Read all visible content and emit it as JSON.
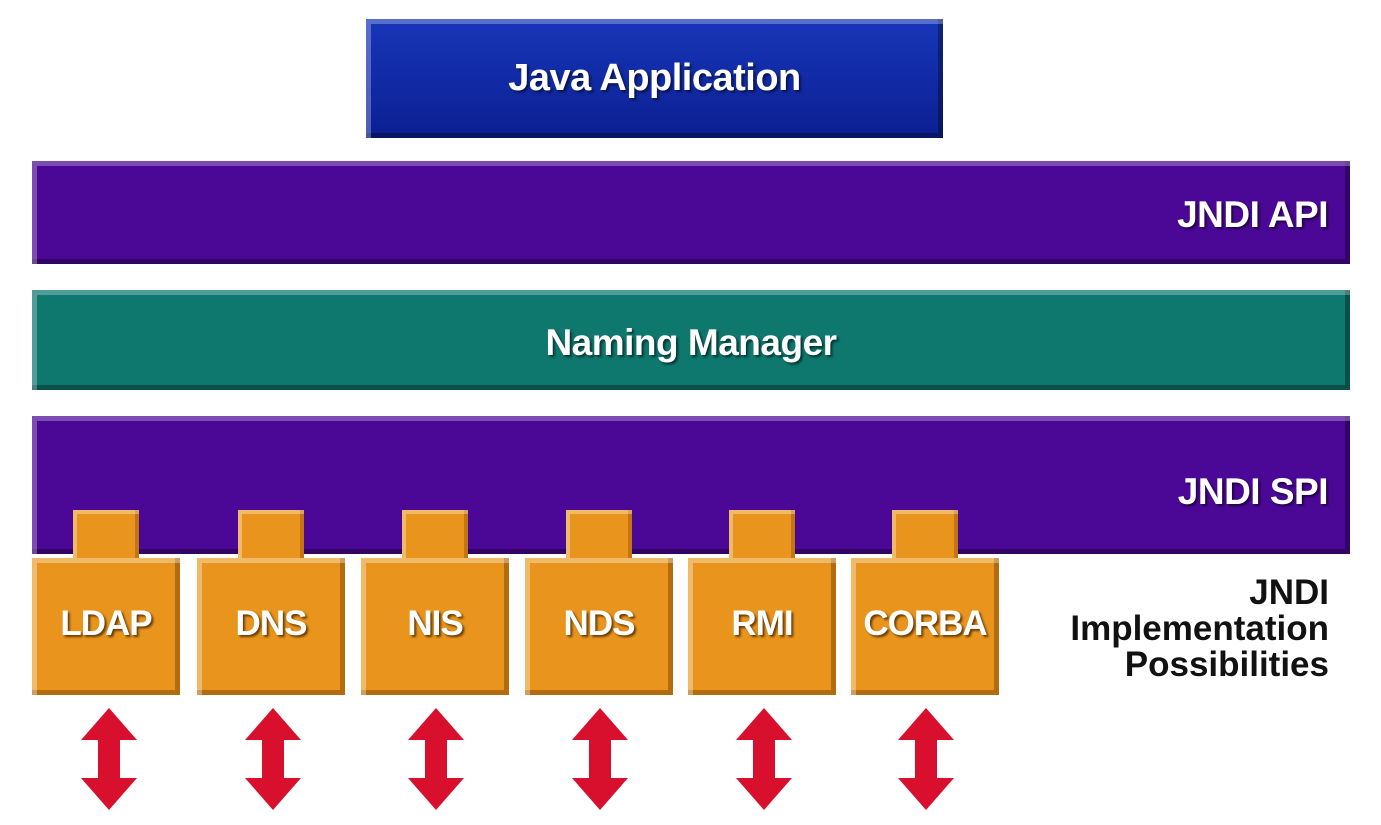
{
  "layers": {
    "java_app": "Java Application",
    "jndi_api": "JNDI API",
    "naming_manager": "Naming Manager",
    "jndi_spi": "JNDI SPI"
  },
  "implementations": [
    "LDAP",
    "DNS",
    "NIS",
    "NDS",
    "RMI",
    "CORBA"
  ],
  "implementation_label": [
    "JNDI",
    "Implementation",
    "Possibilities"
  ],
  "colors": {
    "java_app": "#1736b8",
    "jndi_api": "#4b0896",
    "naming_manager": "#0e776e",
    "jndi_spi": "#4b0896",
    "plugin": "#e9951d",
    "arrow": "#d8102e"
  }
}
